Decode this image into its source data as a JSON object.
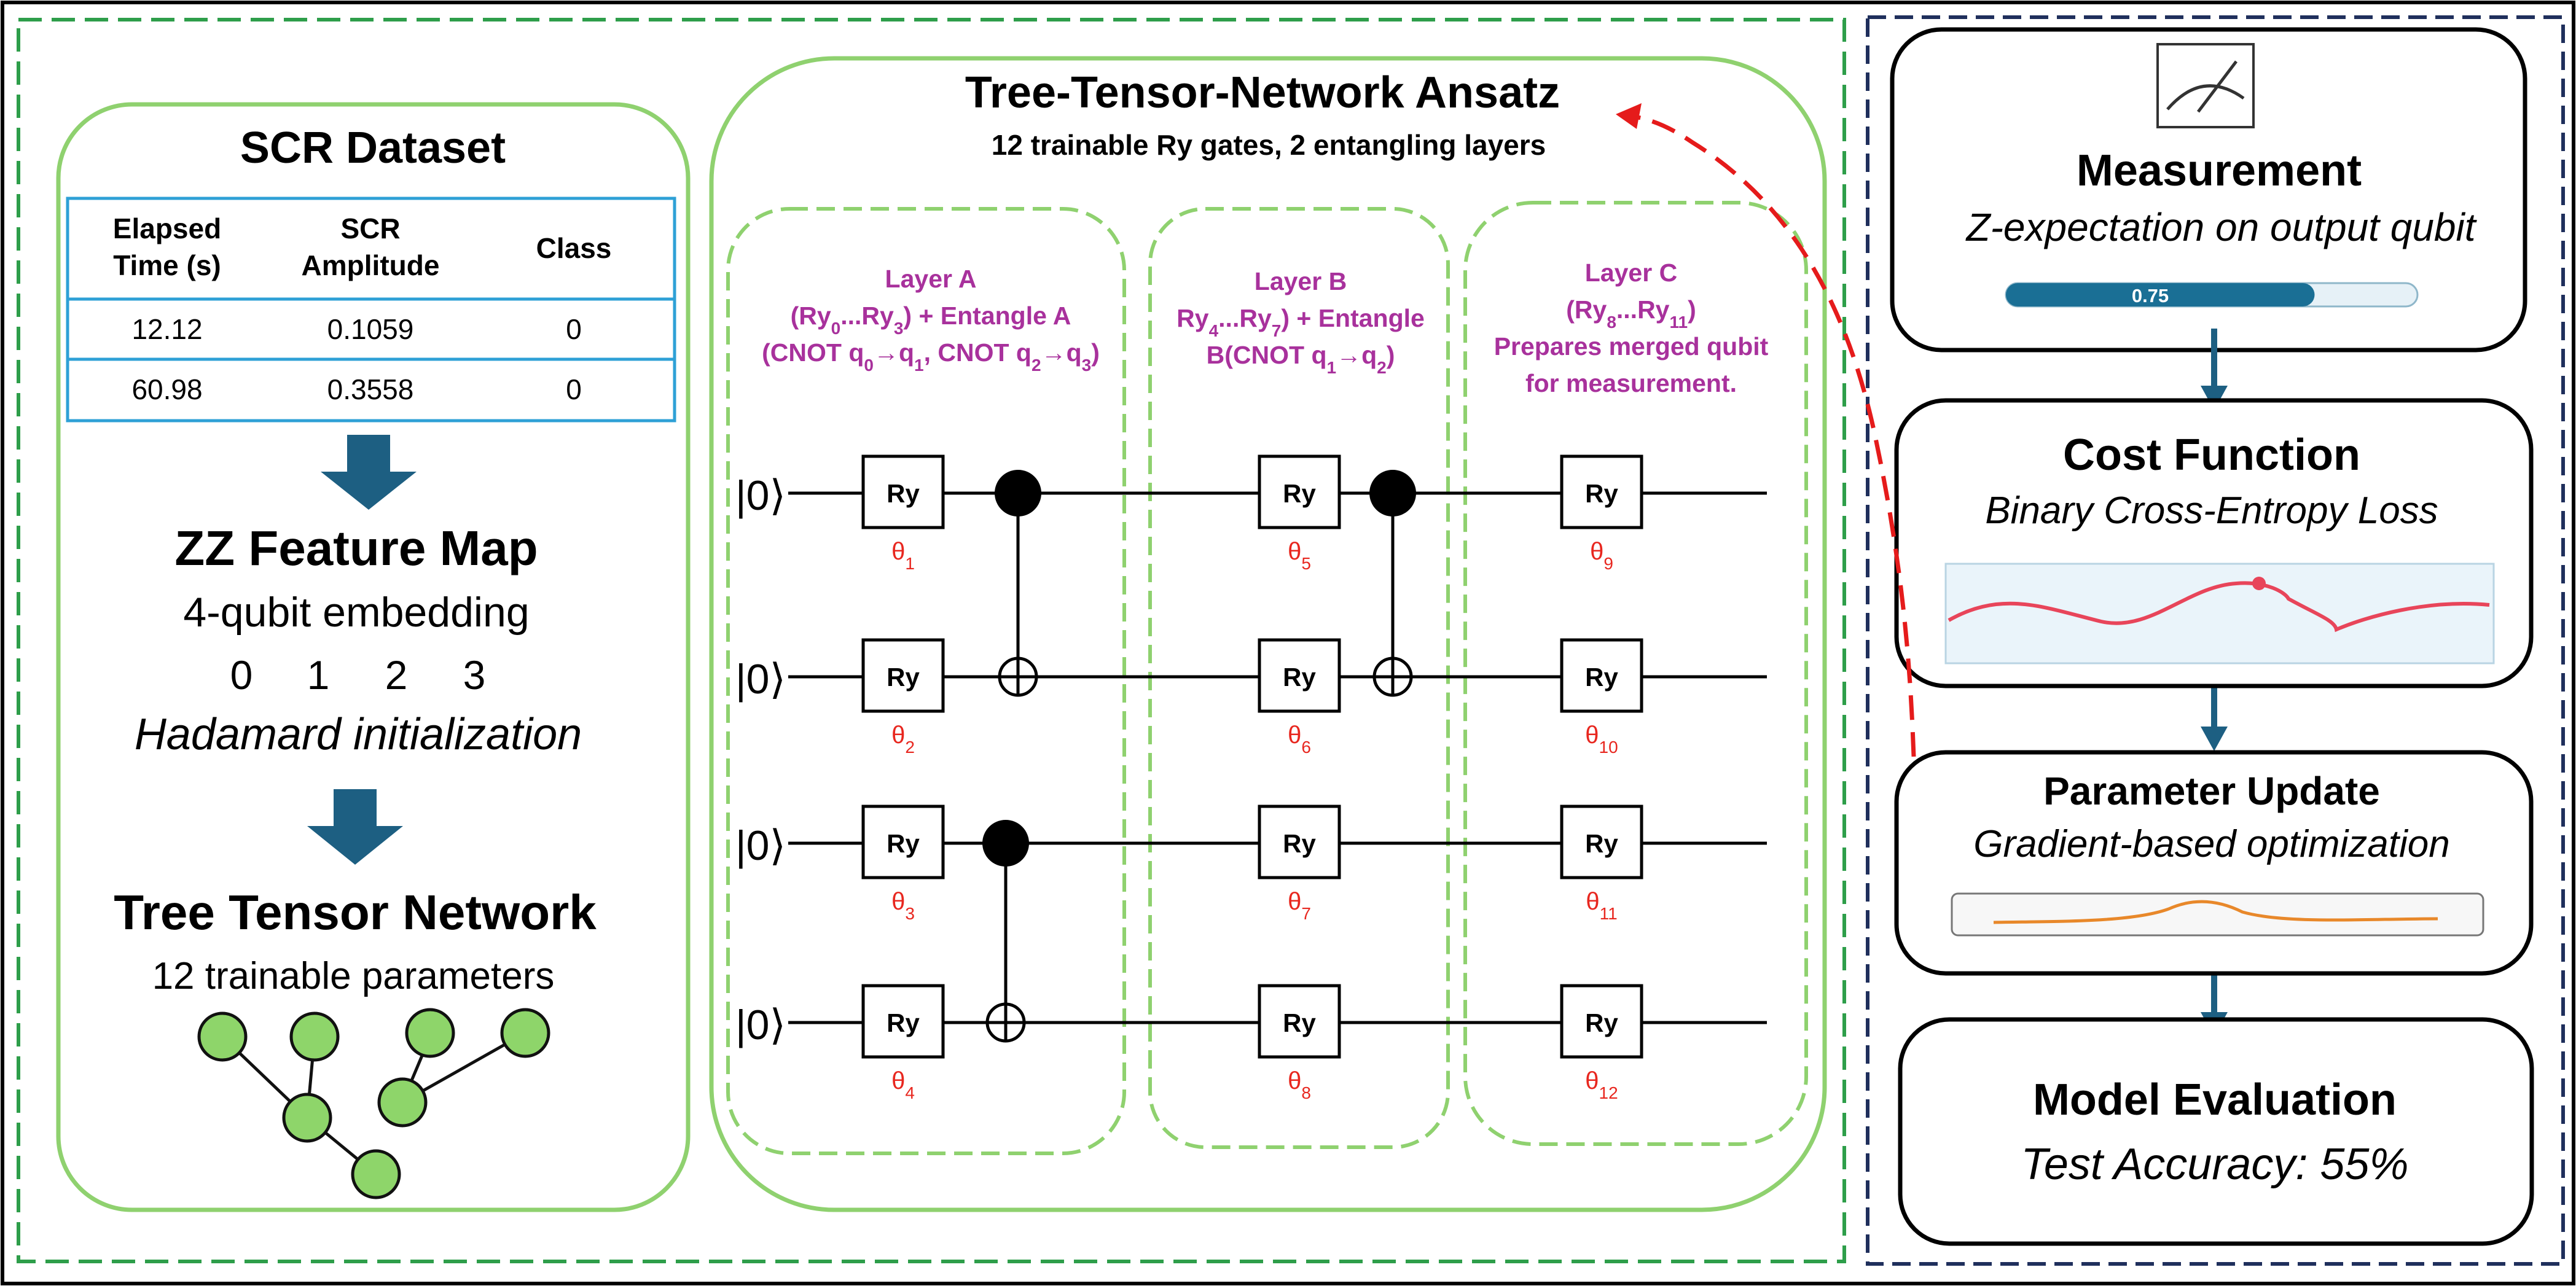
{
  "colors": {
    "outer_border": "#000000",
    "green_dashed": "#2e9e4a",
    "navy_dashed": "#1f2f5c",
    "panel_green": "#8fd16f",
    "table_blue": "#2ea0d6",
    "arrow_blue": "#1d5f82",
    "node_green": "#8ed56a",
    "layer_purple": "#a8319c",
    "theta_red": "#e8271f",
    "feedback_red": "#e51b1b",
    "progress_fill": "#1a6f95",
    "cost_curve": "#e8455a",
    "cost_bg": "#eaf4fa",
    "grad_curve": "#e8882a"
  },
  "dataset": {
    "title": "SCR Dataset",
    "headers": [
      [
        "Elapsed",
        "Time (s)"
      ],
      [
        "SCR",
        "Amplitude"
      ],
      [
        "Class"
      ]
    ],
    "rows": [
      [
        "12.12",
        "0.1059",
        "0"
      ],
      [
        "60.98",
        "0.3558",
        "0"
      ]
    ]
  },
  "feature_map": {
    "title": "ZZ Feature Map",
    "subtitle": "4-qubit embedding",
    "qubits": [
      "0",
      "1",
      "2",
      "3"
    ],
    "init": "Hadamard initialization"
  },
  "ttn": {
    "title": "Tree Tensor Network",
    "subtitle": "12 trainable parameters"
  },
  "ansatz": {
    "title": "Tree-Tensor-Network Ansatz",
    "subtitle": "12 trainable Ry gates, 2 entangling layers",
    "layers": [
      {
        "line1": "Layer A",
        "line2": [
          "(Ry",
          "0",
          "...Ry",
          "3",
          ") + Entangle A"
        ],
        "line3": [
          "(CNOT q",
          "0",
          "→q",
          "1",
          ", CNOT q",
          "2",
          "→q",
          "3",
          ")"
        ]
      },
      {
        "line1": "Layer B",
        "line2": [
          "Ry",
          "4",
          "...Ry",
          "7",
          ") + Entangle"
        ],
        "line3": [
          "B(CNOT q",
          "1",
          "→q",
          "2",
          ")"
        ]
      },
      {
        "line1": "Layer C",
        "line2": [
          "(Ry",
          "8",
          "...Ry",
          "11",
          ")"
        ],
        "line3": [
          "Prepares merged qubit"
        ],
        "line4": "for measurement."
      }
    ],
    "ket": "|0⟩",
    "gate_label": "Ry",
    "theta_symbol": "θ",
    "theta_indices": [
      "1",
      "2",
      "3",
      "4",
      "5",
      "6",
      "7",
      "8",
      "9",
      "10",
      "11",
      "12"
    ]
  },
  "measurement": {
    "title": "Measurement",
    "subtitle": "Z-expectation on output qubit",
    "progress_value": 0.75,
    "progress_label": "0.75",
    "icon": "meter-icon"
  },
  "cost": {
    "title": "Cost Function",
    "subtitle": "Binary Cross-Entropy Loss"
  },
  "update": {
    "title": "Parameter Update",
    "subtitle": "Gradient-based optimization"
  },
  "evaluation": {
    "title": "Model Evaluation",
    "subtitle": "Test Accuracy: 55%"
  }
}
